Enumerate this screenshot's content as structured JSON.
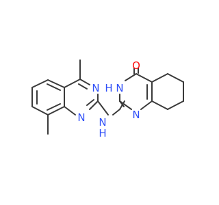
{
  "molecule": {
    "atom_labels": {
      "n_quin_3": "N",
      "n_quin_1": "N",
      "n_link": "N",
      "h_link": "H",
      "n_right_3": "N",
      "h_right_3": "H",
      "n_right_1": "N",
      "o_carbonyl": "O"
    }
  },
  "colors": {
    "nitrogen": "#3050F8",
    "oxygen": "#FF0D0D",
    "bond": "#3a3a3a",
    "background": "#ffffff"
  }
}
